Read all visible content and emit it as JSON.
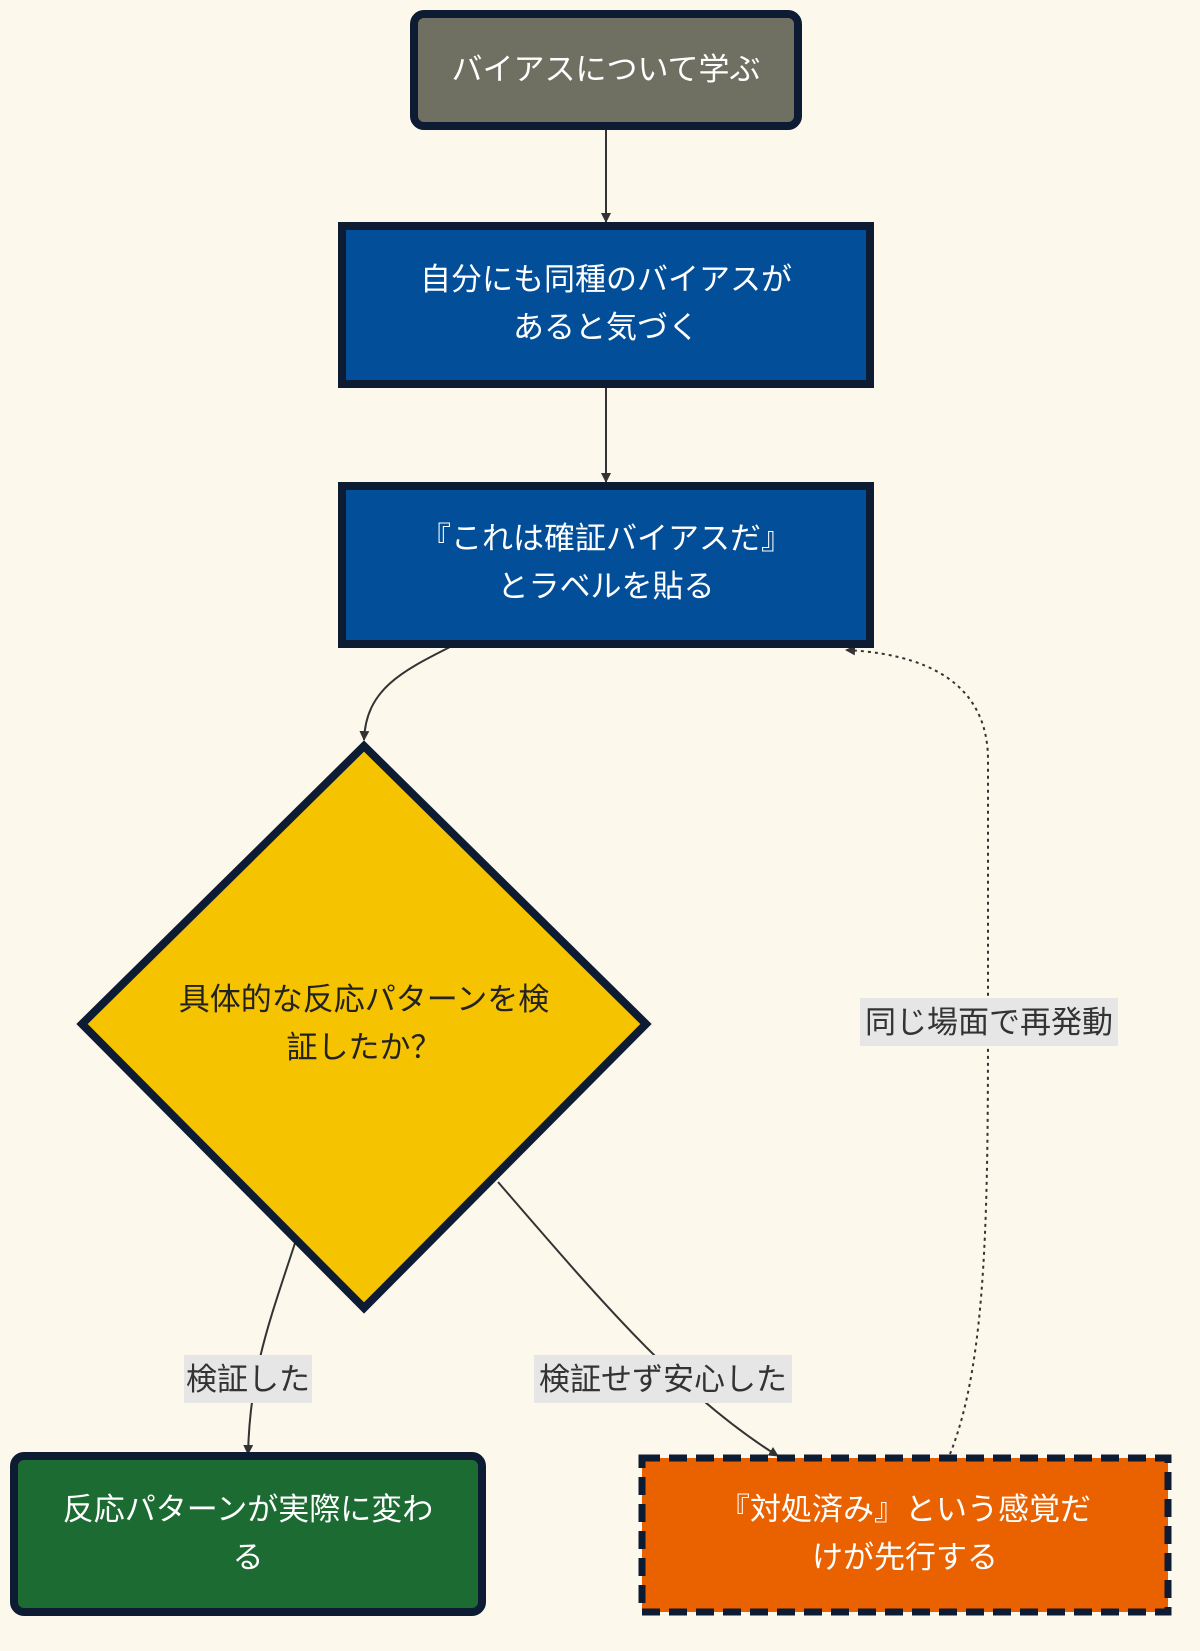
{
  "nodes": {
    "start": {
      "lines": [
        "バイアスについて学ぶ"
      ],
      "fill": "#6f6f62",
      "text_color": "#ffffff",
      "shape": "rounded-rect"
    },
    "notice": {
      "lines": [
        "自分にも同種のバイアスが",
        "あると気づく"
      ],
      "fill": "#034e98",
      "text_color": "#ffffff",
      "shape": "rect"
    },
    "label": {
      "lines": [
        "『これは確証バイアスだ』",
        "とラベルを貼る"
      ],
      "fill": "#034e98",
      "text_color": "#ffffff",
      "shape": "rect"
    },
    "decision": {
      "lines": [
        "具体的な反応パターンを検",
        "証したか？"
      ],
      "fill": "#f5c300",
      "text_color": "#222222",
      "shape": "diamond"
    },
    "changed": {
      "lines": [
        "反応パターンが実際に変わ",
        "る"
      ],
      "fill": "#1c6b32",
      "text_color": "#ffffff",
      "shape": "rounded-rect"
    },
    "false_sense": {
      "lines": [
        "『対処済み』という感覚だ",
        "けが先行する"
      ],
      "fill": "#ea6200",
      "text_color": "#ffffff",
      "shape": "dashed-rect"
    }
  },
  "edges": {
    "verified": "検証した",
    "unverified": "検証せず安心した",
    "loop": "同じ場面で再発動"
  },
  "colors": {
    "background": "#fdf8ec",
    "border": "#0d1b33",
    "edge": "#333333",
    "edge_label_bg": "#e6e6e6"
  }
}
